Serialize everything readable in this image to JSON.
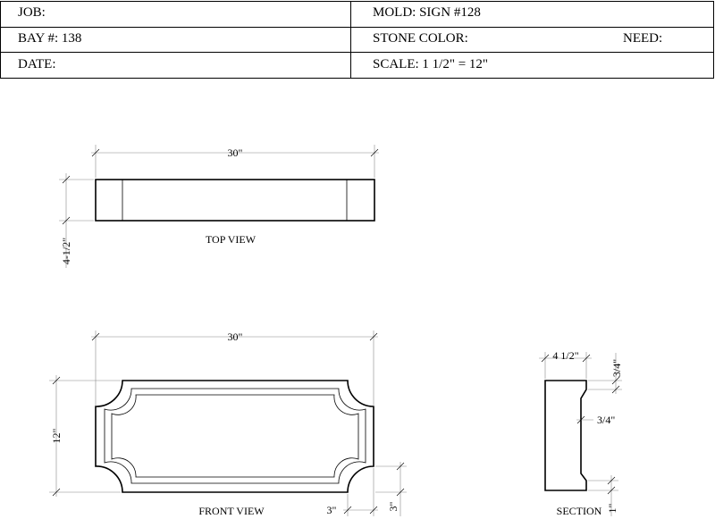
{
  "title_block": {
    "job": "JOB:",
    "mold": "MOLD: SIGN #128",
    "bay": "BAY #: 138",
    "stone_color": "STONE COLOR:",
    "need": "NEED:",
    "date": "DATE:",
    "scale": "SCALE:  1 1/2\" = 12\""
  },
  "top_view": {
    "label": "TOP VIEW",
    "width_dim": "30\"",
    "depth_dim": "4-1/2\""
  },
  "front_view": {
    "label": "FRONT VIEW",
    "width_dim": "30\"",
    "height_dim": "12\"",
    "corner_h_dim": "3\"",
    "corner_v_dim": "3\""
  },
  "section": {
    "label": "SECTION",
    "depth_dim": "4 1/2\"",
    "top_step_dim": "3/4\"",
    "recess_dim": "3/4\"",
    "bottom_dim": "1\""
  }
}
